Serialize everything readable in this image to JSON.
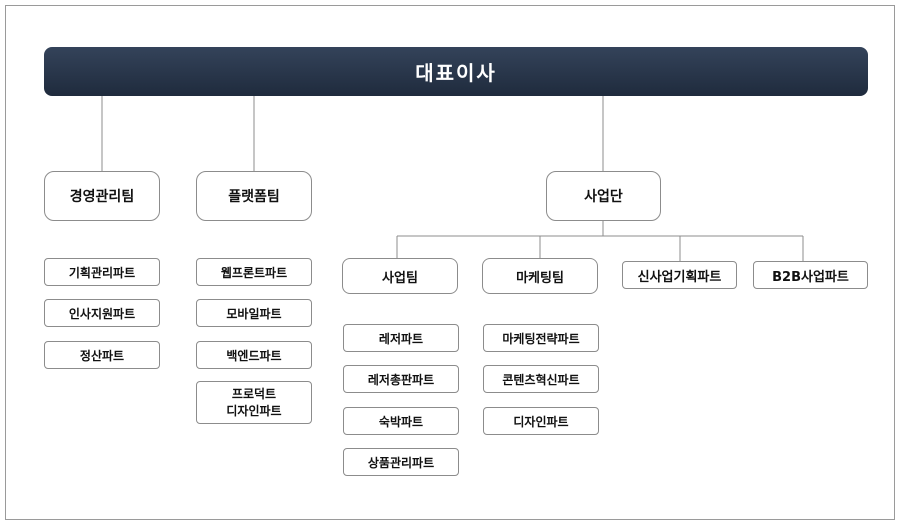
{
  "ceo": "대표이사",
  "teams": {
    "mgmt": "경영관리팀",
    "platform": "플랫폼팀",
    "business": "사업단"
  },
  "mgmt_parts": [
    "기획관리파트",
    "인사지원파트",
    "정산파트"
  ],
  "platform_parts": [
    "웹프론트파트",
    "모바일파트",
    "백엔드파트",
    "프로덕트\n디자인파트"
  ],
  "business_groups": {
    "biz_team": "사업팀",
    "marketing_team": "마케팅팀",
    "new_biz_part": "신사업기획파트",
    "b2b_part": "B2B사업파트"
  },
  "biz_team_parts": [
    "레저파트",
    "레저총판파트",
    "숙박파트",
    "상품관리파트"
  ],
  "marketing_parts": [
    "마케팅전략파트",
    "콘텐츠혁신파트",
    "디자인파트"
  ]
}
